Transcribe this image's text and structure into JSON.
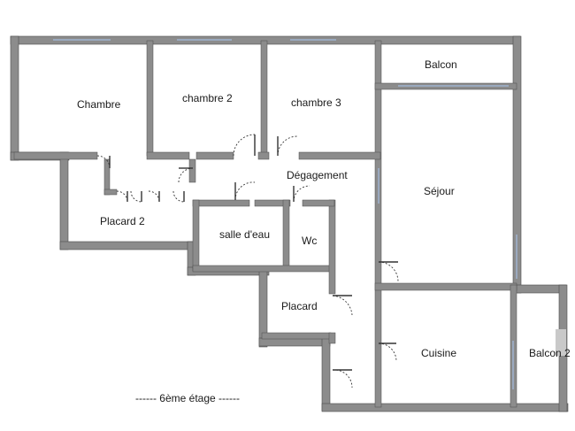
{
  "rooms": {
    "chambre": "Chambre",
    "chambre2": "chambre 2",
    "chambre3": "chambre 3",
    "balcon": "Balcon",
    "degagement": "Dégagement",
    "sejour": "Séjour",
    "placard2": "Placard 2",
    "salle_deau": "salle d'eau",
    "wc": "Wc",
    "placard": "Placard",
    "cuisine": "Cuisine",
    "balcon2": "Balcon 2"
  },
  "floor_label": "------ 6ème étage ------",
  "colors": {
    "wall_fill": "#8c8c8c",
    "wall_stroke": "#4d4d4d",
    "window": "#9fb3d0",
    "door": "#333333",
    "text": "#1a1a1a"
  }
}
